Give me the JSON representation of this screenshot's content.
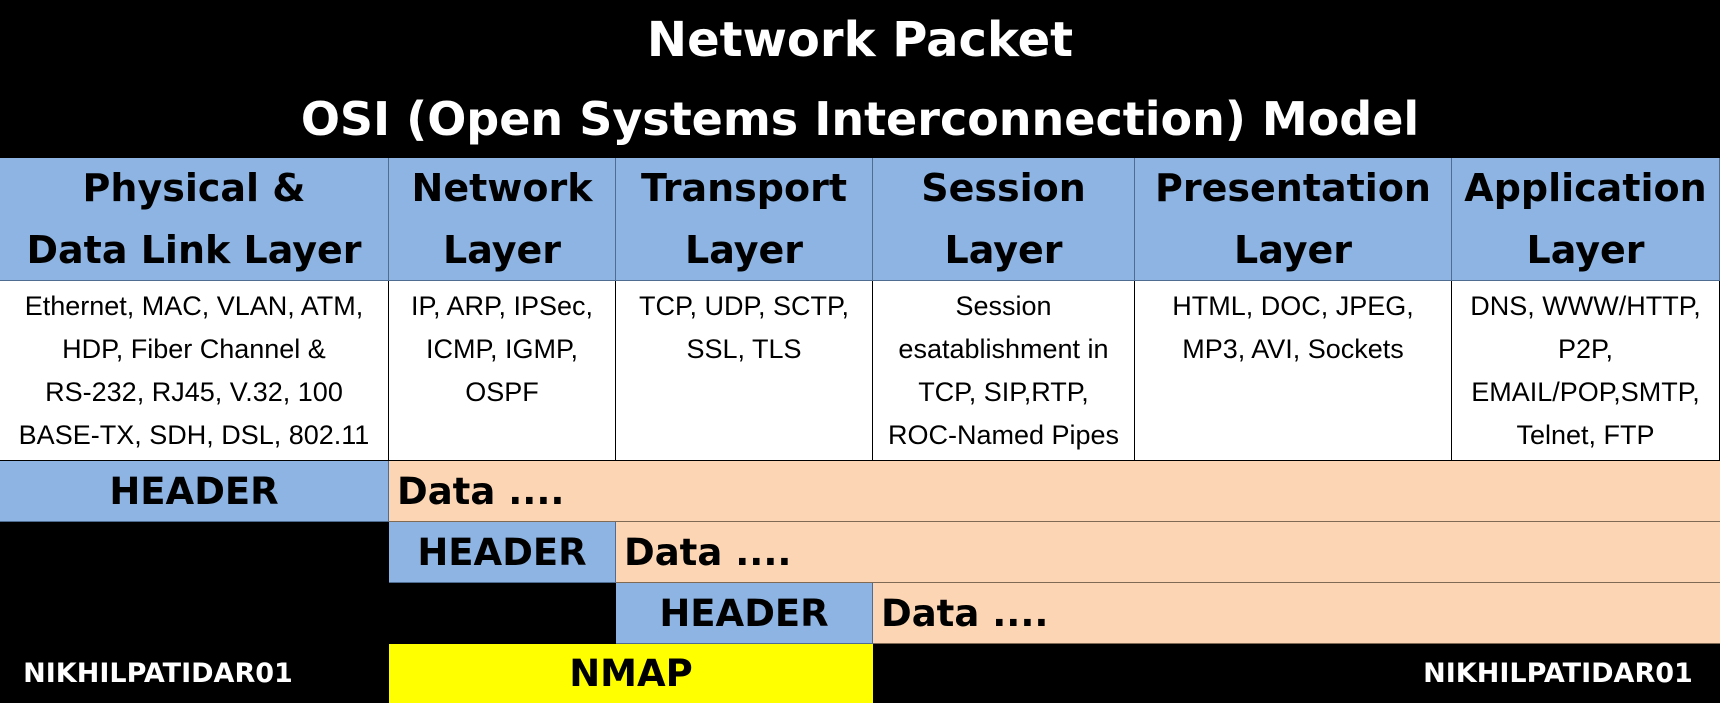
{
  "title": {
    "line1": "Network Packet",
    "line2": "OSI (Open Systems Interconnection) Model"
  },
  "layers": [
    {
      "name": [
        "Physical &",
        "Data Link Layer"
      ],
      "protocols": "Ethernet, MAC, VLAN, ATM,\nHDP, Fiber Channel &\nRS-232, RJ45, V.32, 100\nBASE-TX, SDH, DSL, 802.11"
    },
    {
      "name": [
        "Network",
        "Layer"
      ],
      "protocols": "IP, ARP, IPSec,\nICMP, IGMP,\nOSPF"
    },
    {
      "name": [
        "Transport",
        "Layer"
      ],
      "protocols": "TCP, UDP, SCTP,\nSSL, TLS"
    },
    {
      "name": [
        "Session",
        "Layer"
      ],
      "protocols": "Session\nesatablishment in\nTCP, SIP,RTP,\nROC-Named Pipes"
    },
    {
      "name": [
        "Presentation",
        "Layer"
      ],
      "protocols": "HTML, DOC, JPEG,\nMP3, AVI, Sockets"
    },
    {
      "name": [
        "Application",
        "Layer"
      ],
      "protocols": "DNS, WWW/HTTP,\nP2P,\nEMAIL/POP,SMTP,\nTelnet, FTP"
    }
  ],
  "packet_rows": [
    {
      "header": "HEADER",
      "data": "Data ...."
    },
    {
      "header": "HEADER",
      "data": "Data ...."
    },
    {
      "header": "HEADER",
      "data": "Data ...."
    }
  ],
  "footer": {
    "left": "NIKHILPATIDAR01",
    "center": "NMAP",
    "right": "NIKHILPATIDAR01"
  },
  "colors": {
    "background": "#000000",
    "header_blue": "#8db4e2",
    "data_peach": "#fcd5b4",
    "nmap_yellow": "#ffff00",
    "protocol_white": "#ffffff"
  }
}
